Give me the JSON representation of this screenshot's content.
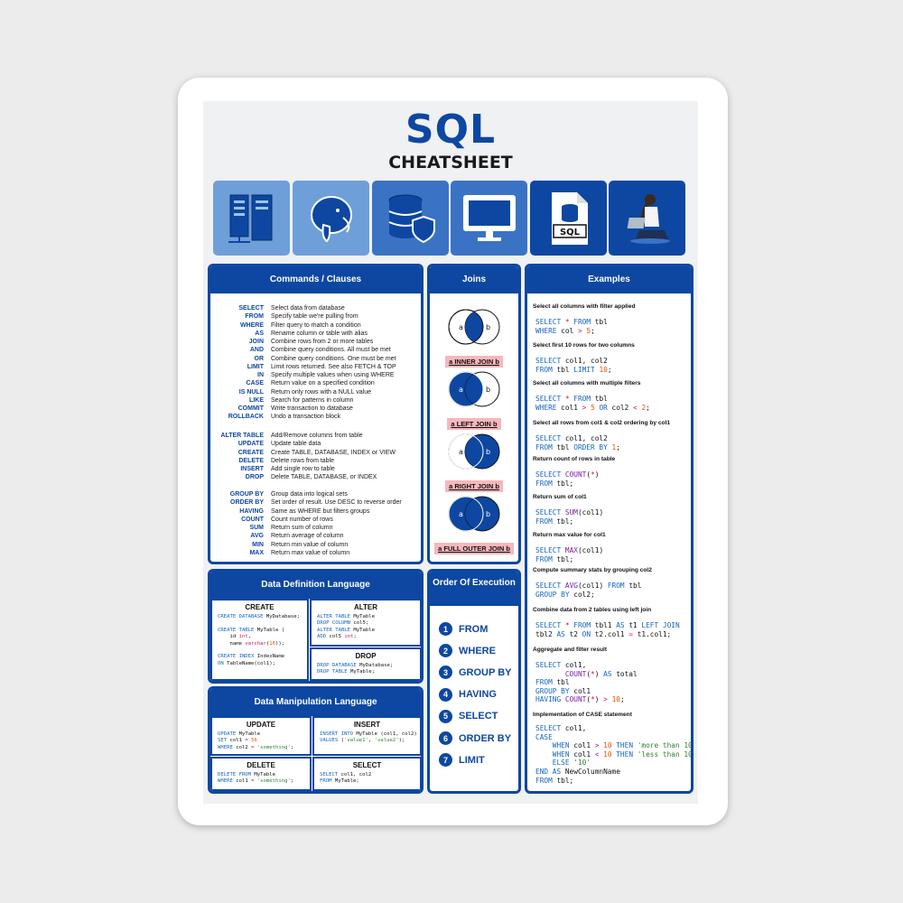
{
  "header": {
    "title": "SQL",
    "subtitle": "CHEATSHEET"
  },
  "icons": [
    "server-icon",
    "postgres-elephant-icon",
    "database-shield-icon",
    "monitor-icon",
    "sql-file-icon",
    "person-laptop-icon"
  ],
  "colors": {
    "brand": "#0d47a1",
    "tile_light": "#6f9fd8",
    "tile_mid": "#3b73c4",
    "join_label": "#f6b7bd",
    "paper": "#f0f1f3"
  },
  "commands": {
    "title": "Commands / Clauses",
    "group1": [
      {
        "k": "SELECT",
        "d": "Select data from database"
      },
      {
        "k": "FROM",
        "d": "Specify table we're pulling from"
      },
      {
        "k": "WHERE",
        "d": "Filter query to match a condition"
      },
      {
        "k": "AS",
        "d": "Rename column or table with alias"
      },
      {
        "k": "JOIN",
        "d": "Combine rows from 2 or more tables"
      },
      {
        "k": "AND",
        "d": "Combine query conditions. All must be met"
      },
      {
        "k": "OR",
        "d": "Combine query conditions. One must be met"
      },
      {
        "k": "LIMIT",
        "d": "Limit rows returned. See also FETCH & TOP"
      },
      {
        "k": "IN",
        "d": "Specify multiple values when using WHERE"
      },
      {
        "k": "CASE",
        "d": "Return value on a specified condition"
      },
      {
        "k": "IS NULL",
        "d": "Return only rows with a NULL value"
      },
      {
        "k": "LIKE",
        "d": "Search for patterns in column"
      },
      {
        "k": "COMMIT",
        "d": "Write transaction to database"
      },
      {
        "k": "ROLLBACK",
        "d": "Undo a transaction block"
      }
    ],
    "group2": [
      {
        "k": "ALTER TABLE",
        "d": "Add/Remove columns from table"
      },
      {
        "k": "UPDATE",
        "d": "Update table data"
      },
      {
        "k": "CREATE",
        "d": "Create TABLE, DATABASE, INDEX or VIEW"
      },
      {
        "k": "DELETE",
        "d": "Delete rows from table"
      },
      {
        "k": "INSERT",
        "d": "Add single row to table"
      },
      {
        "k": "DROP",
        "d": "Delete TABLE, DATABASE, or INDEX"
      }
    ],
    "group3": [
      {
        "k": "GROUP BY",
        "d": "Group data into logical sets"
      },
      {
        "k": "ORDER BY",
        "d": "Set order of result. Use DESC to reverse order"
      },
      {
        "k": "HAVING",
        "d": "Same as WHERE but filters groups"
      },
      {
        "k": "COUNT",
        "d": "Count number of rows"
      },
      {
        "k": "SUM",
        "d": "Return sum of column"
      },
      {
        "k": "AVG",
        "d": "Return average of column"
      },
      {
        "k": "MIN",
        "d": "Return min value of column"
      },
      {
        "k": "MAX",
        "d": "Return max value of column"
      }
    ]
  },
  "joins": {
    "title": "Joins",
    "items": [
      {
        "label": "a INNER JOIN b",
        "a": "a",
        "b": "b"
      },
      {
        "label": "a LEFT JOIN b",
        "a": "a",
        "b": "b"
      },
      {
        "label": "a RIGHT JOIN b",
        "a": "a",
        "b": "b"
      },
      {
        "label": "a FULL OUTER JOIN b",
        "a": "a",
        "b": "b"
      }
    ]
  },
  "ddl": {
    "title": "Data Definition Language",
    "create": {
      "title": "CREATE"
    },
    "alter": {
      "title": "ALTER"
    },
    "drop": {
      "title": "DROP"
    }
  },
  "dml": {
    "title": "Data Manipulation Language",
    "update": {
      "title": "UPDATE"
    },
    "insert": {
      "title": "INSERT"
    },
    "delete": {
      "title": "DELETE"
    },
    "select": {
      "title": "SELECT"
    }
  },
  "order": {
    "title": "Order Of Execution",
    "steps": [
      {
        "n": "1",
        "label": "FROM"
      },
      {
        "n": "2",
        "label": "WHERE"
      },
      {
        "n": "3",
        "label": "GROUP BY"
      },
      {
        "n": "4",
        "label": "HAVING"
      },
      {
        "n": "5",
        "label": "SELECT"
      },
      {
        "n": "6",
        "label": "ORDER BY"
      },
      {
        "n": "7",
        "label": "LIMIT"
      }
    ]
  },
  "examples": {
    "title": "Examples",
    "items": [
      {
        "h": "Select all columns with filter applied"
      },
      {
        "h": "Select first 10 rows for two columns"
      },
      {
        "h": "Select all columns with multiple filters"
      },
      {
        "h": "Select all rows from col1 & col2 ordering by col1"
      },
      {
        "h": "Return count of rows in table"
      },
      {
        "h": "Return sum of col1"
      },
      {
        "h": "Return max value for col1"
      },
      {
        "h": "Compute summary stats by grouping col2"
      },
      {
        "h": "Combine data from 2 tables using left join"
      },
      {
        "h": "Aggregate and filter result"
      },
      {
        "h": "Implementation of CASE statement"
      }
    ]
  }
}
